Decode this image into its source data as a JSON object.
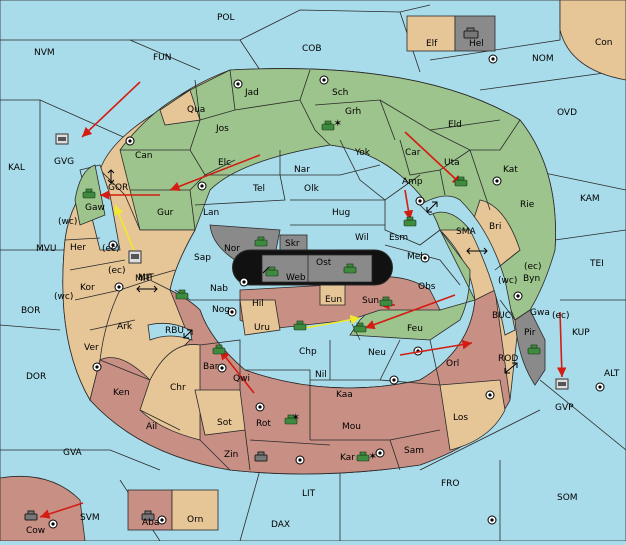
{
  "map": {
    "colors": {
      "sea": "#a9dcea",
      "green": "#9dc48c",
      "tan": "#e6c597",
      "red": "#c88f84",
      "dark": "#8a8a8a"
    },
    "seas": [
      "POL",
      "NVM",
      "FUN",
      "COB",
      "NOM",
      "OVD",
      "KAL",
      "KAM",
      "MVU",
      "TEI",
      "BOR",
      "MIT",
      "SMA",
      "DOR",
      "RBU",
      "BUC",
      "KUP",
      "ALT",
      "ROD",
      "GVA",
      "FRO",
      "SOM",
      "SVM",
      "LIT",
      "DAX"
    ],
    "coast_labels": [
      "(wc)",
      "(ec)",
      "(ec)",
      "(wc)",
      "(wc)",
      "(ec)",
      "(ec)"
    ],
    "green_provinces": [
      "Jad",
      "Sch",
      "Grh",
      "Eld",
      "Can",
      "Jos",
      "Yok",
      "Car",
      "Uta",
      "Kat",
      "Elc",
      "Tel",
      "Nar",
      "Olk",
      "Amp",
      "Rie",
      "Gur",
      "Gaw",
      "Esm",
      "Mel",
      "Obs",
      "Byn",
      "Gwa",
      "Feu",
      "Elf"
    ],
    "tan_provinces": [
      "Qua",
      "Lan",
      "Hug",
      "Wil",
      "Bri",
      "Sap",
      "Her",
      "Kor",
      "Ark",
      "Ver",
      "Hil",
      "Eun",
      "Chr",
      "Sot",
      "Con",
      "Orn"
    ],
    "red_provinces": [
      "Nab",
      "Nog",
      "Uru",
      "Sun",
      "Bar",
      "Qwi",
      "Chp",
      "Neu",
      "Orl",
      "Nil",
      "Ken",
      "Kaa",
      "Ail",
      "Rot",
      "Mou",
      "Los",
      "Zin",
      "Kar",
      "Sam",
      "Cow",
      "Aba"
    ],
    "dark_provinces": [
      "Nor",
      "Skr",
      "Ost",
      "Web",
      "Pir",
      "Hel"
    ],
    "fleets": [
      "GVG",
      "MIT",
      "GVP"
    ]
  }
}
